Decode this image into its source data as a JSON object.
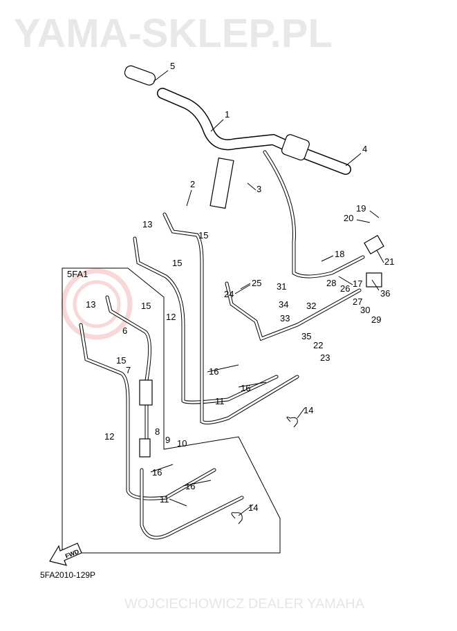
{
  "watermark": {
    "line1": "YAMA-SKLEP.PL",
    "line2": "WOJCIECHOWICZ DEALER YAMAHA",
    "logo_color": "#f2b8b8"
  },
  "inset_label": "5FA1",
  "fwd_label": "FWD",
  "diagram_code": "5FA2010-129P",
  "callouts": [
    "5",
    "1",
    "4",
    "2",
    "3",
    "19",
    "20",
    "13",
    "15",
    "15",
    "18",
    "21",
    "25",
    "31",
    "28",
    "26",
    "17",
    "36",
    "34",
    "32",
    "27",
    "30",
    "24",
    "33",
    "29",
    "15",
    "13",
    "12",
    "35",
    "22",
    "23",
    "6",
    "15",
    "7",
    "16",
    "16",
    "11",
    "14",
    "12",
    "8",
    "9",
    "10",
    "16",
    "16",
    "11",
    "14"
  ]
}
